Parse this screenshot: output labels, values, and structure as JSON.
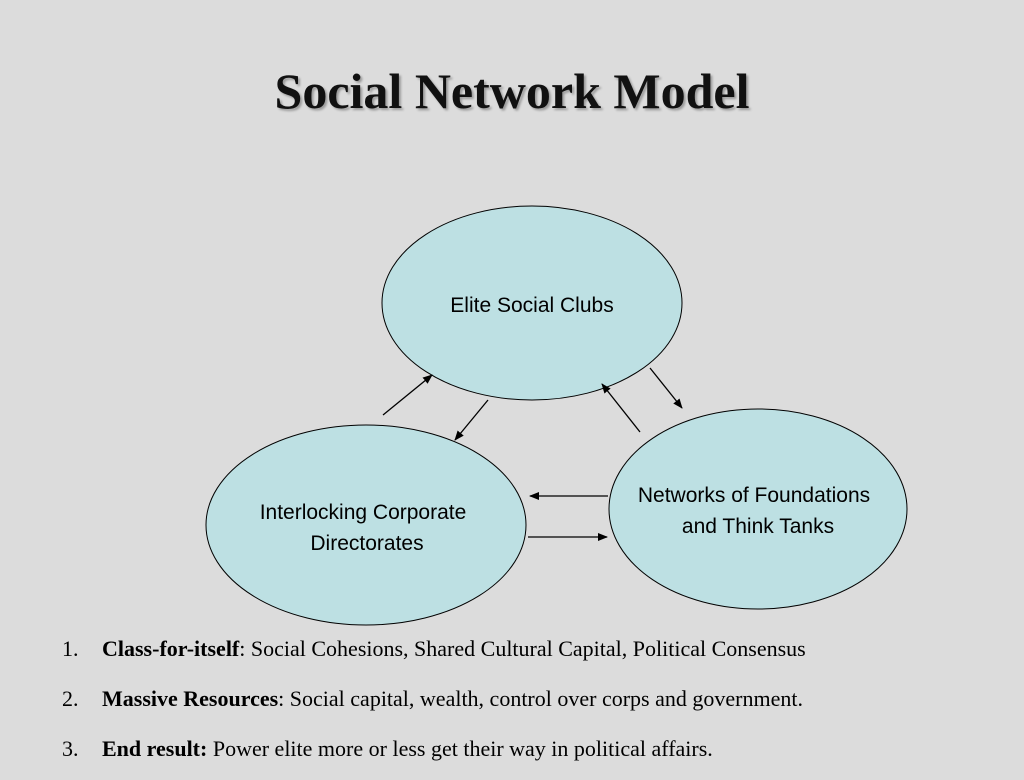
{
  "slide": {
    "title": "Social Network Model"
  },
  "diagram": {
    "nodes": {
      "elite_clubs": {
        "line1": "Elite Social Clubs"
      },
      "directorates": {
        "line1": "Interlocking Corporate",
        "line2": "Directorates"
      },
      "foundations": {
        "line1": "Networks of Foundations",
        "line2": "and Think Tanks"
      }
    },
    "colors": {
      "node_fill": "#bde0e3",
      "node_stroke": "#000000",
      "background": "#dcdcdc"
    }
  },
  "points": [
    {
      "num": "1.",
      "term": "Class-for-itself",
      "sep": ":",
      "text": " Social Cohesions, Shared Cultural Capital, Political Consensus"
    },
    {
      "num": "2.",
      "term": "Massive Resources",
      "sep": ":",
      "text": " Social capital, wealth, control over corps and government."
    },
    {
      "num": "3.",
      "term": "End result:",
      "sep": "",
      "text": " Power elite more or less get their way in political affairs."
    }
  ]
}
